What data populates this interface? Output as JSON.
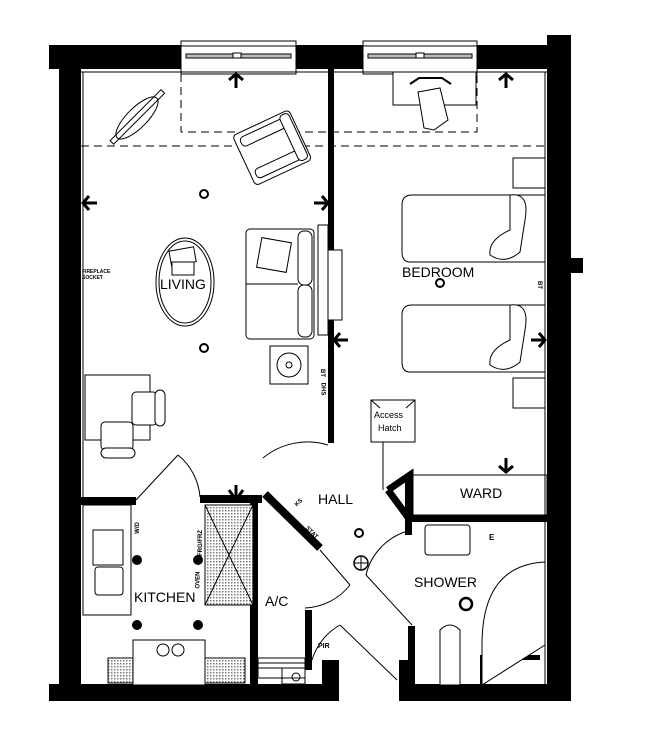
{
  "plan": {
    "rooms": [
      {
        "id": "living",
        "label": "LIVING"
      },
      {
        "id": "bedroom",
        "label": "BEDROOM"
      },
      {
        "id": "hall",
        "label": "HALL"
      },
      {
        "id": "ward",
        "label": "WARD"
      },
      {
        "id": "kitchen",
        "label": "KITCHEN"
      },
      {
        "id": "ac",
        "label": "A/C"
      },
      {
        "id": "shower",
        "label": "SHOWER"
      }
    ],
    "annotations": {
      "access_hatch_line1": "Access",
      "access_hatch_line2": "Hatch",
      "fireplace_socket_line1": "FIREPLACE",
      "fireplace_socket_line2": "SOCKET",
      "bt": "BT",
      "dhs": "DHS",
      "bt_bedroom": "BT",
      "ks": "KS",
      "stat": "STAT",
      "wd": "W/D",
      "frg_frz": "FRG/FRZ",
      "oven": "OVEN",
      "pir": "PIR",
      "e": "E"
    },
    "colors": {
      "wall": "#000000",
      "background": "#ffffff",
      "hatch": "#888888"
    }
  }
}
